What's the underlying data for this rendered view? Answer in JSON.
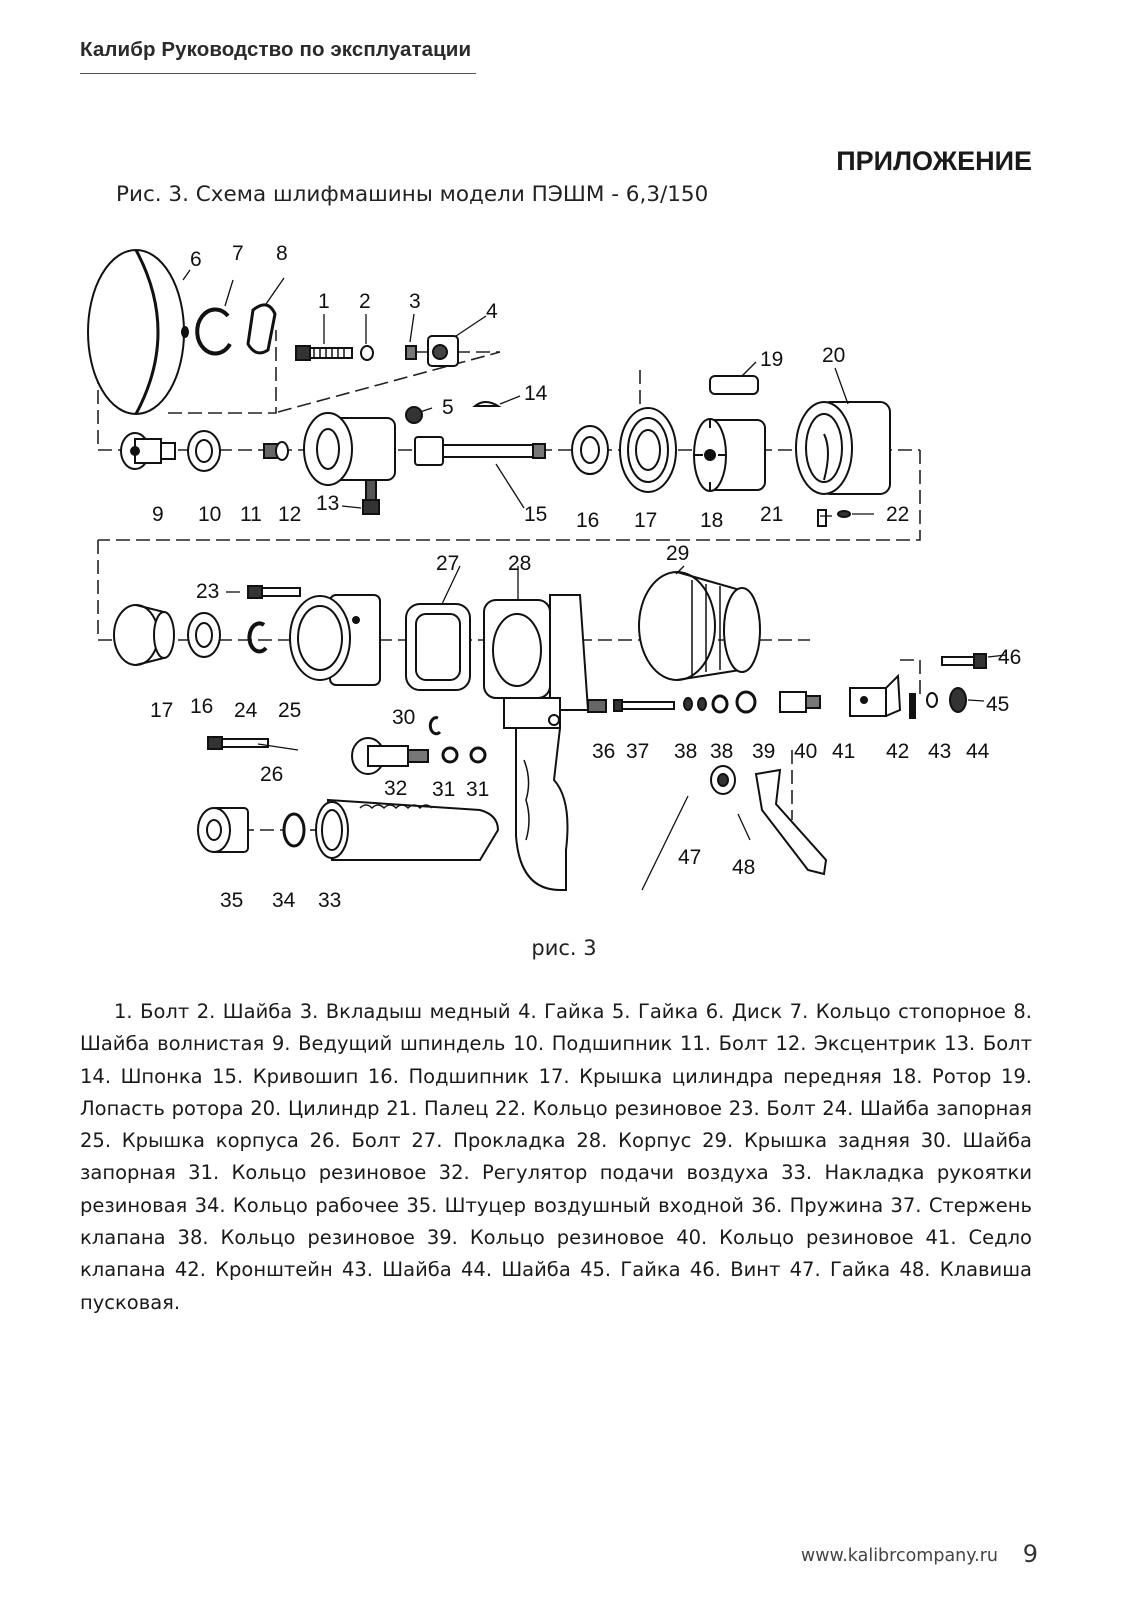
{
  "header": {
    "running_title": "Калибр Руководство по эксплуатации"
  },
  "section": {
    "title": "ПРИЛОЖЕНИЕ"
  },
  "figure": {
    "caption": "Рис. 3. Схема шлифмашины модели ПЭШМ - 6,3/150",
    "reference": "рис. 3",
    "part_numbers": [
      "1",
      "2",
      "3",
      "4",
      "5",
      "6",
      "7",
      "8",
      "9",
      "10",
      "11",
      "12",
      "13",
      "14",
      "15",
      "16",
      "17",
      "18",
      "19",
      "20",
      "21",
      "22",
      "16",
      "17",
      "23",
      "24",
      "25",
      "26",
      "27",
      "28",
      "29",
      "30",
      "31",
      "31",
      "32",
      "33",
      "34",
      "35",
      "36",
      "37",
      "38",
      "38",
      "39",
      "40",
      "41",
      "42",
      "43",
      "44",
      "45",
      "46",
      "47",
      "48"
    ]
  },
  "legend": {
    "text": "1. Болт 2. Шайба 3. Вкладыш медный 4. Гайка 5. Гайка 6. Диск 7. Кольцо стопорное 8. Шайба волнистая 9. Ведущий шпиндель 10. Подшипник 11. Болт 12. Эксцентрик 13. Болт 14. Шпонка 15. Кривошип 16. Подшипник 17. Крышка цилиндра передняя 18. Ротор 19. Лопасть ротора 20. Цилиндр 21. Палец 22. Кольцо резиновое 23. Болт 24. Шайба запорная 25. Крышка корпуса 26. Болт 27. Прокладка 28. Корпус 29. Крышка задняя 30. Шайба запорная 31. Кольцо резиновое 32. Регулятор подачи воздуха 33. Накладка рукоятки резиновая 34. Кольцо рабочее 35. Штуцер воздушный входной 36. Пружина 37. Стержень клапана 38. Кольцо резиновое 39. Кольцо резиновое 40. Кольцо резиновое 41. Седло клапана 42. Кронштейн 43. Шайба 44. Шайба 45. Гайка 46. Винт 47. Гайка 48. Клавиша пусковая."
  },
  "footer": {
    "url": "www.kalibrcompany.ru",
    "page_number": "9"
  }
}
